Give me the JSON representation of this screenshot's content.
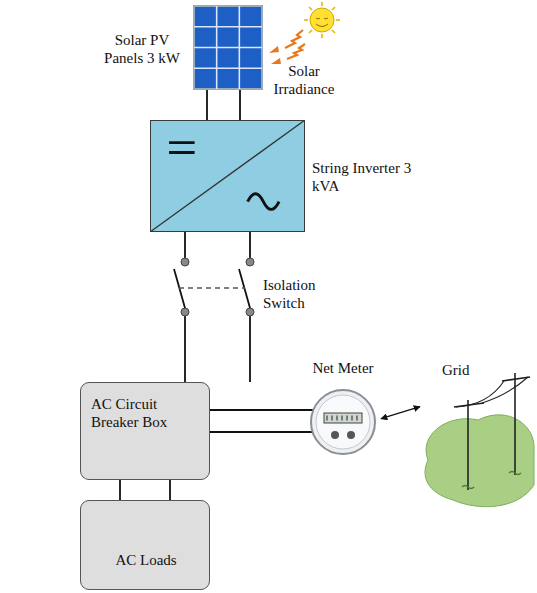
{
  "diagram": {
    "nodes": [
      {
        "text": [
          "Solar PV Panels 3 kW"
        ]
      },
      {
        "text": [
          "String Inverter 3 kVA"
        ]
      },
      {
        "text": [
          "Isolation Switch"
        ]
      },
      {
        "text": [
          "AC Circuit Breaker Box"
        ]
      },
      {
        "text": [
          "AC Loads"
        ]
      },
      {
        "text": [
          "Net Meter"
        ]
      },
      {
        "text": [
          "Grid"
        ]
      }
    ],
    "edges": [
      {
        "from": 0,
        "to": 1,
        "arrow": "none"
      },
      {
        "from": 1,
        "to": 2,
        "arrow": "none"
      },
      {
        "from": 2,
        "to": 3,
        "arrow": "none"
      },
      {
        "from": 3,
        "to": 4,
        "arrow": "none"
      },
      {
        "from": 3,
        "to": 5,
        "arrow": "none"
      },
      {
        "from": 5,
        "to": 6,
        "arrow": "both"
      }
    ],
    "labels": [
      "Solar Irradiance"
    ]
  }
}
